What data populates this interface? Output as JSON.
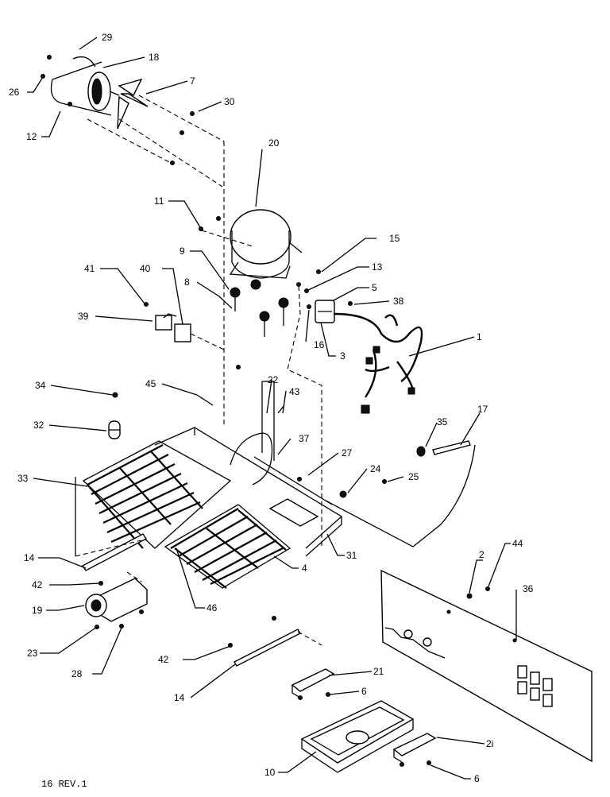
{
  "diagram": {
    "footer": "16 REV.1",
    "callouts": {
      "c1": "1",
      "c2": "2",
      "c3": "3",
      "c4": "4",
      "c5": "5",
      "c6a": "6",
      "c6b": "6",
      "c7": "7",
      "c8": "8",
      "c9": "9",
      "c10": "10",
      "c11": "11",
      "c12": "12",
      "c13": "13",
      "c14a": "14",
      "c14b": "14",
      "c15": "15",
      "c16": "16",
      "c17": "17",
      "c18": "18",
      "c19": "19",
      "c20": "20",
      "c21a": "21",
      "c21b": "2i",
      "c22": "22",
      "c23": "23",
      "c24": "24",
      "c25": "25",
      "c26": "26",
      "c27": "27",
      "c28": "28",
      "c29": "29",
      "c30": "30",
      "c31": "31",
      "c32": "32",
      "c33": "33",
      "c34": "34",
      "c35": "35",
      "c36": "36",
      "c37": "37",
      "c38": "38",
      "c39": "39",
      "c40": "40",
      "c41": "41",
      "c42a": "42",
      "c42b": "42",
      "c43": "43",
      "c44": "44",
      "c45": "45",
      "c46": "46"
    }
  }
}
